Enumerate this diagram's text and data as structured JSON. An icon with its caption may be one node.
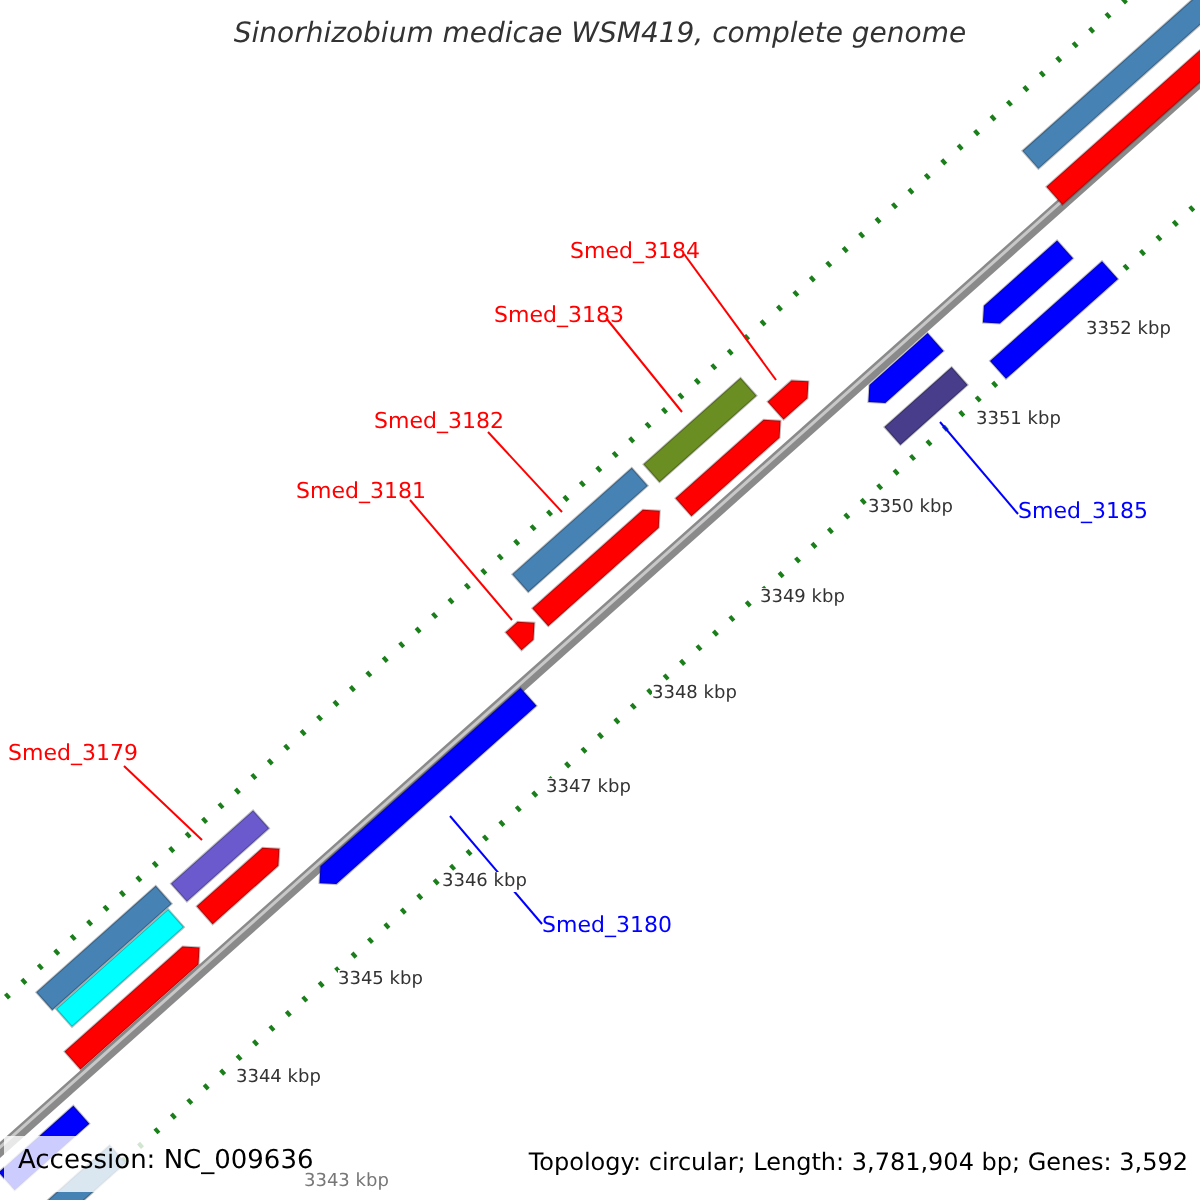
{
  "diagram": {
    "title": "Sinorhizobium medicae WSM419, complete genome",
    "nodes": [
      {
        "text": [
          "Smed_3184"
        ]
      },
      {
        "text": [],
        "shape": "bar"
      },
      {
        "text": [
          "Smed_3183"
        ]
      },
      {
        "text": [],
        "shape": "bar"
      },
      {
        "text": [
          "Smed_3182"
        ]
      },
      {
        "text": [],
        "shape": "bar"
      },
      {
        "text": [
          "Smed_3181"
        ]
      },
      {
        "text": [],
        "shape": "bar"
      },
      {
        "text": [
          "Smed_3185"
        ]
      },
      {
        "text": [],
        "shape": "bar"
      },
      {
        "text": [
          "Smed_3180"
        ]
      },
      {
        "text": [],
        "shape": "bar"
      },
      {
        "text": [
          "Smed_3179"
        ]
      },
      {
        "text": [],
        "shape": "bar"
      },
      {
        "text": [],
        "shape": "bar"
      },
      {
        "text": [],
        "shape": "bar"
      },
      {
        "text": [],
        "shape": "bar"
      },
      {
        "text": [],
        "shape": "bar"
      },
      {
        "text": [],
        "shape": "bar"
      },
      {
        "text": [],
        "shape": "bar"
      },
      {
        "text": [],
        "shape": "bar"
      },
      {
        "text": [],
        "shape": "bar"
      },
      {
        "text": [],
        "shape": "bar"
      },
      {
        "text": [],
        "shape": "bar"
      },
      {
        "text": [],
        "shape": "bar"
      },
      {
        "text": [],
        "shape": "bar"
      },
      {
        "text": [],
        "shape": "bar"
      }
    ],
    "edges": [
      {
        "from": 0,
        "to": 1,
        "arrow": "none"
      },
      {
        "from": 2,
        "to": 3,
        "arrow": "none"
      },
      {
        "from": 4,
        "to": 5,
        "arrow": "none"
      },
      {
        "from": 6,
        "to": 7,
        "arrow": "none"
      },
      {
        "from": 8,
        "to": 9,
        "arrow": "none",
        "color": "#0000ff"
      },
      {
        "from": 10,
        "to": 11,
        "arrow": "none",
        "color": "#0000ff"
      },
      {
        "from": 12,
        "to": 13,
        "arrow": "none"
      }
    ],
    "labels": [
      "3352 kbp",
      "3351 kbp",
      "3350 kbp",
      "3349 kbp",
      "3348 kbp",
      "3347 kbp",
      "3346 kbp",
      "3345 kbp",
      "3344 kbp",
      "3343 kbp",
      "Accession: NC_009636",
      "Topology: circular; Length: 3,781,904 bp; Genes: 3,592"
    ]
  }
}
